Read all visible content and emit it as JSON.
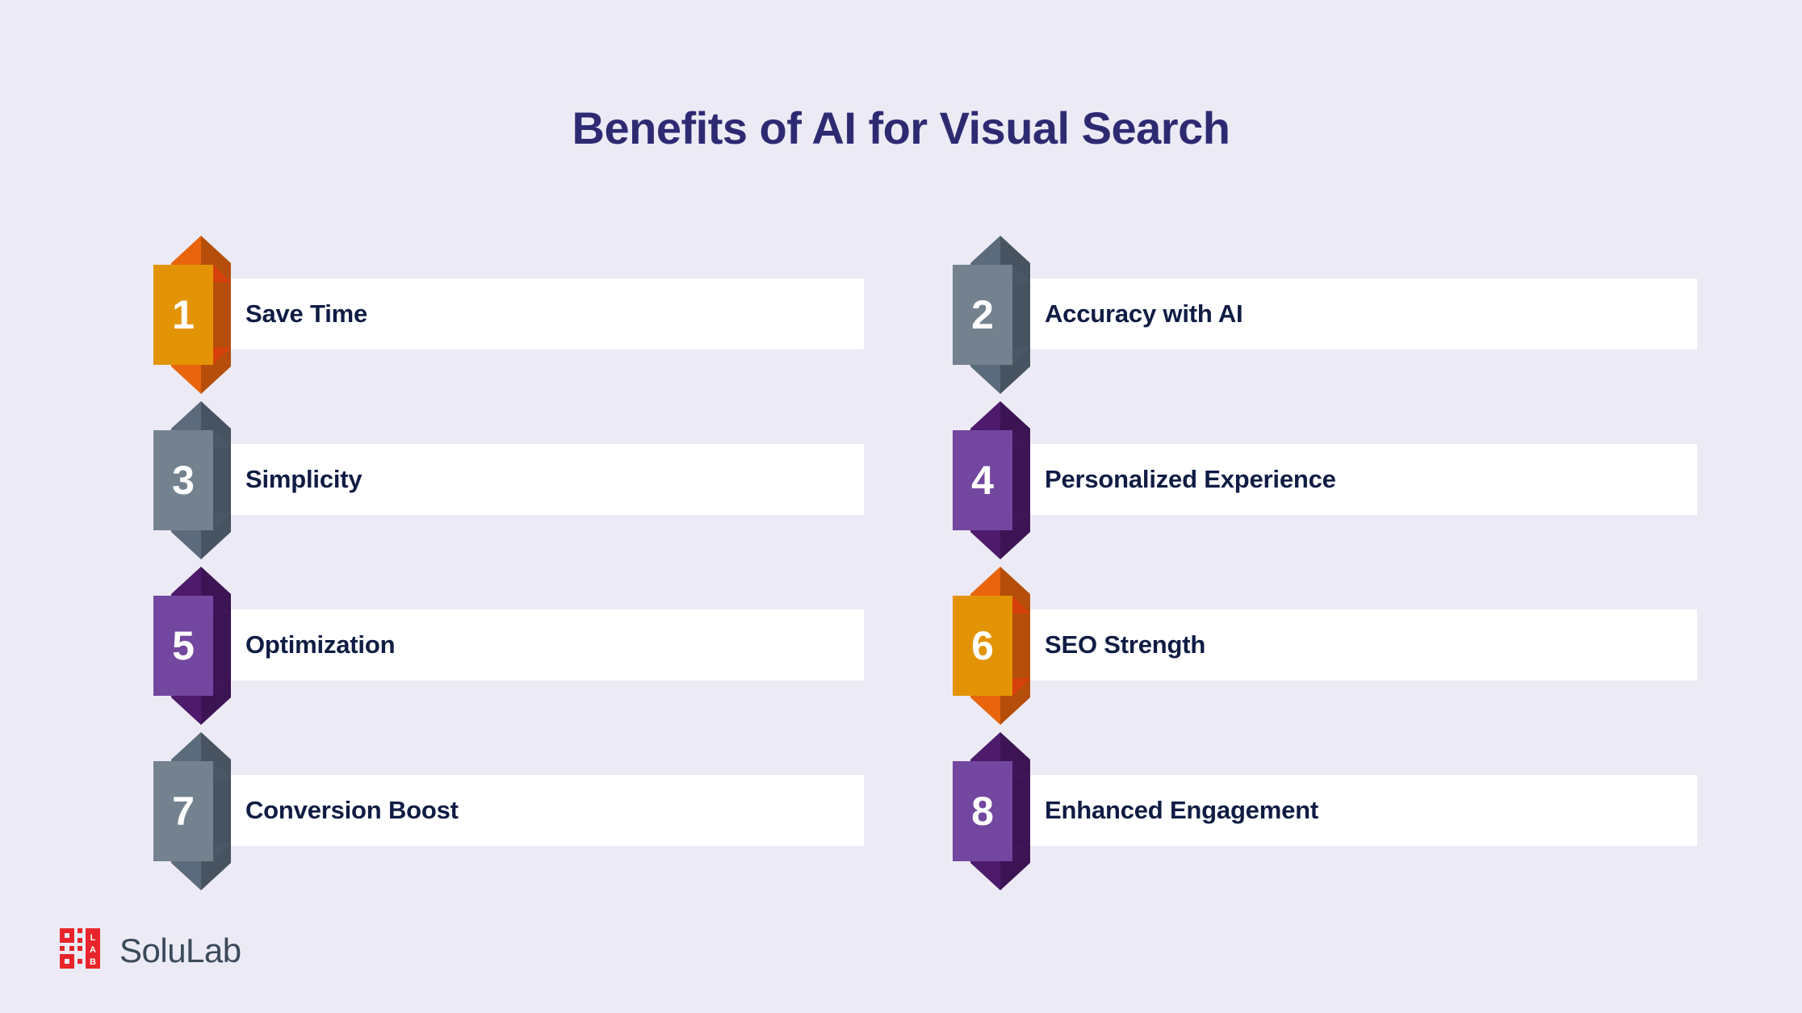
{
  "title": "Benefits of AI for Visual Search",
  "background_color": "#ECEBF5",
  "title_color": "#2E2A72",
  "label_text_color": "#101C44",
  "bar_color": "#FFFFFF",
  "palettes": {
    "orange": {
      "arrow": "#E8650D",
      "plate": "#E39406",
      "fold": "#D6400A"
    },
    "slate": {
      "arrow": "#5C6B7C",
      "plate": "#74828F",
      "fold": "#4A5866"
    },
    "purple": {
      "arrow": "#4E1A6B",
      "plate": "#7347A0",
      "fold": "#3F1458"
    }
  },
  "columns": {
    "left": [
      {
        "number": "1",
        "label": "Save Time",
        "theme": "orange"
      },
      {
        "number": "3",
        "label": "Simplicity",
        "theme": "slate"
      },
      {
        "number": "5",
        "label": "Optimization",
        "theme": "purple"
      },
      {
        "number": "7",
        "label": "Conversion Boost",
        "theme": "slate"
      }
    ],
    "right": [
      {
        "number": "2",
        "label": "Accuracy with AI",
        "theme": "slate"
      },
      {
        "number": "4",
        "label": "Personalized Experience",
        "theme": "purple"
      },
      {
        "number": "6",
        "label": "SEO Strength",
        "theme": "orange"
      },
      {
        "number": "8",
        "label": "Enhanced Engagement",
        "theme": "purple"
      }
    ]
  },
  "logo": {
    "wordmark": "SoluLab",
    "mark_text": "LAB",
    "mark_color": "#E8252A",
    "wordmark_color": "#3B4A5A"
  }
}
